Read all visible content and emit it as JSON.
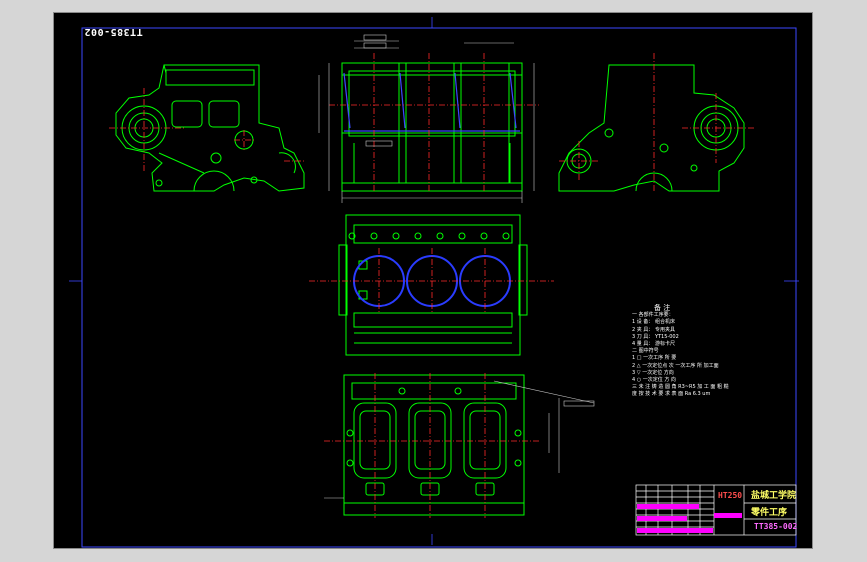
{
  "drawing": {
    "drawing_number_inverted": "TT385-002",
    "drawing_number": "TT385-002",
    "material": "HT250",
    "school": "盐城工学院",
    "process_name": "零件工序",
    "notes_title": "备 注",
    "notes": [
      "一 各部件工序要：",
      "1 设 备： 组合机床",
      "2 夹 具： 专用夹具",
      "3 刀 具： YT15-002",
      "4 量 具： 游标卡尺",
      "二 图中符号",
      "1 □ 一次工序 所 要",
      "2 △ 一次定位点 次 一次工序 所 加工面",
      "3 ▽ 一次定位 方向",
      "4 ○ 一次定位 方 向",
      "三 未 注 铸 造 圆 角 R3~R5 加 工 面 粗 糙",
      "度 按 技 术 要 求 表 面 Ra 6.3 um"
    ]
  },
  "colors": {
    "background": "#000000",
    "outline": "#00ff00",
    "centerline": "#ff2a2a",
    "cylinder_bore": "#2a3cff",
    "border": "#3d48ff",
    "text": "#ffffff",
    "dimension": "#c8c8c8",
    "title_highlight": "#ff00ff"
  }
}
